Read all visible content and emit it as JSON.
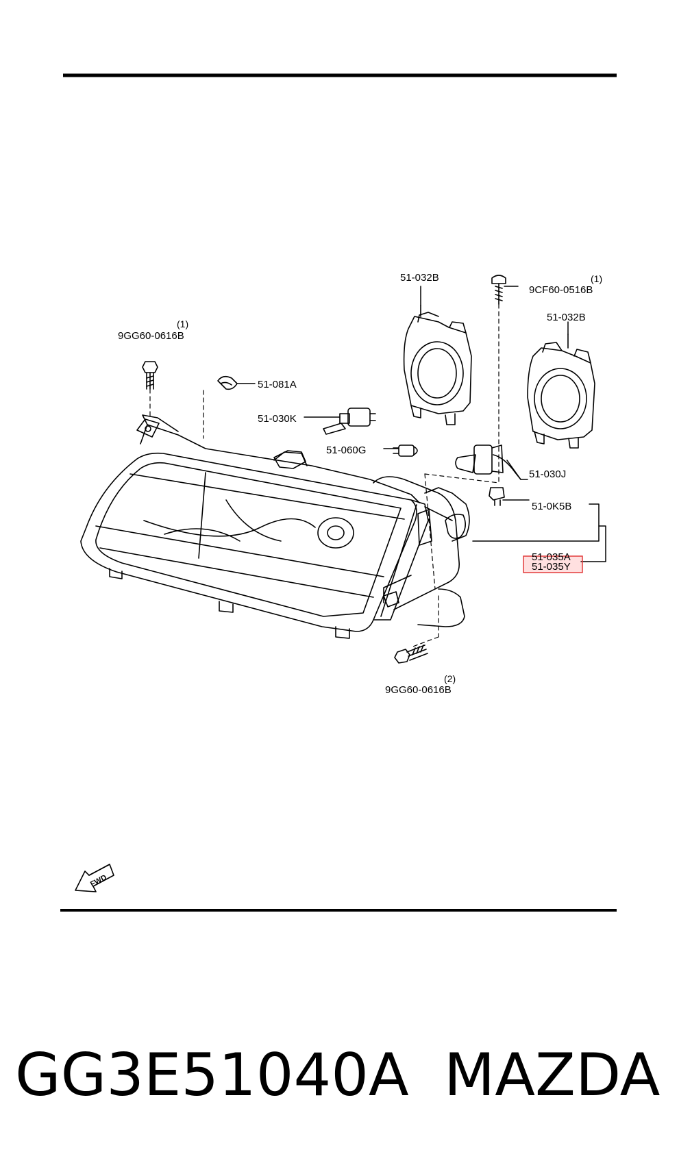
{
  "diagram": {
    "parts": {
      "bolt_top_left": {
        "code": "9GG60-0616B",
        "qty": "(1)"
      },
      "clip": {
        "code": "51-081A"
      },
      "bulb_h1": {
        "code": "51-030K"
      },
      "bulb_small": {
        "code": "51-060G"
      },
      "cover_a": {
        "code": "51-032B"
      },
      "screw_top": {
        "code": "9CF60-0516B",
        "qty": "(1)"
      },
      "cover_b": {
        "code": "51-032B"
      },
      "bulb_main": {
        "code": "51-030J"
      },
      "nut": {
        "code": "51-0K5B"
      },
      "connector_a": {
        "code": "51-035A"
      },
      "connector_y": {
        "code": "51-035Y",
        "highlighted": true
      },
      "bolt_bottom": {
        "code": "9GG60-0616B",
        "qty": "(2)"
      }
    },
    "fwd_arrow_label": "FWD",
    "highlight_color": "#e23b3b"
  },
  "footer": {
    "part_number": "GG3E51040A",
    "brand": "MAZDA"
  }
}
